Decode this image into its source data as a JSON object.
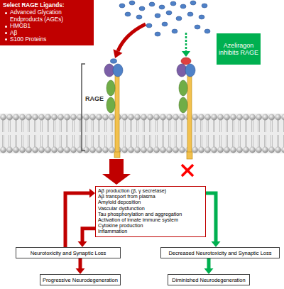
{
  "diagram": {
    "nodes": [
      {
        "text": [
          "Select RAGE Ligands:",
          "Advanced Glycation Endproducts (AGEs)",
          "HMGB1",
          "Aβ",
          "S100 Proteins"
        ]
      },
      {
        "text": [
          "Azeliragon inhibits RAGE"
        ]
      },
      {
        "text": [
          "Aβ production (β, γ secretase)",
          "Aβ transport from plasma",
          "Amyloid deposition",
          "Vascular dysfunction",
          "Tau phosphorylation and aggregation",
          "Activation of innate immune system",
          "Cytokine production",
          "Inflammation"
        ]
      },
      {
        "text": [
          "Neurotoxicity and Synaptic Loss"
        ]
      },
      {
        "text": [
          "Decreased Neurotoxicity and Synaptic Loss"
        ]
      },
      {
        "text": [
          "Progressive Neurodegeneration"
        ]
      },
      {
        "text": [
          "Diminished Neurodegeneration"
        ]
      }
    ],
    "edges": [
      {
        "from": 2,
        "to": 3,
        "arrow": "to"
      },
      {
        "from": 3,
        "to": 2,
        "arrow": "to"
      },
      {
        "from": 2,
        "to": 4,
        "arrow": "to"
      },
      {
        "from": 3,
        "to": 5,
        "arrow": "to"
      },
      {
        "from": 4,
        "to": 6,
        "arrow": "to"
      }
    ],
    "labels": [
      "RAGE"
    ]
  }
}
